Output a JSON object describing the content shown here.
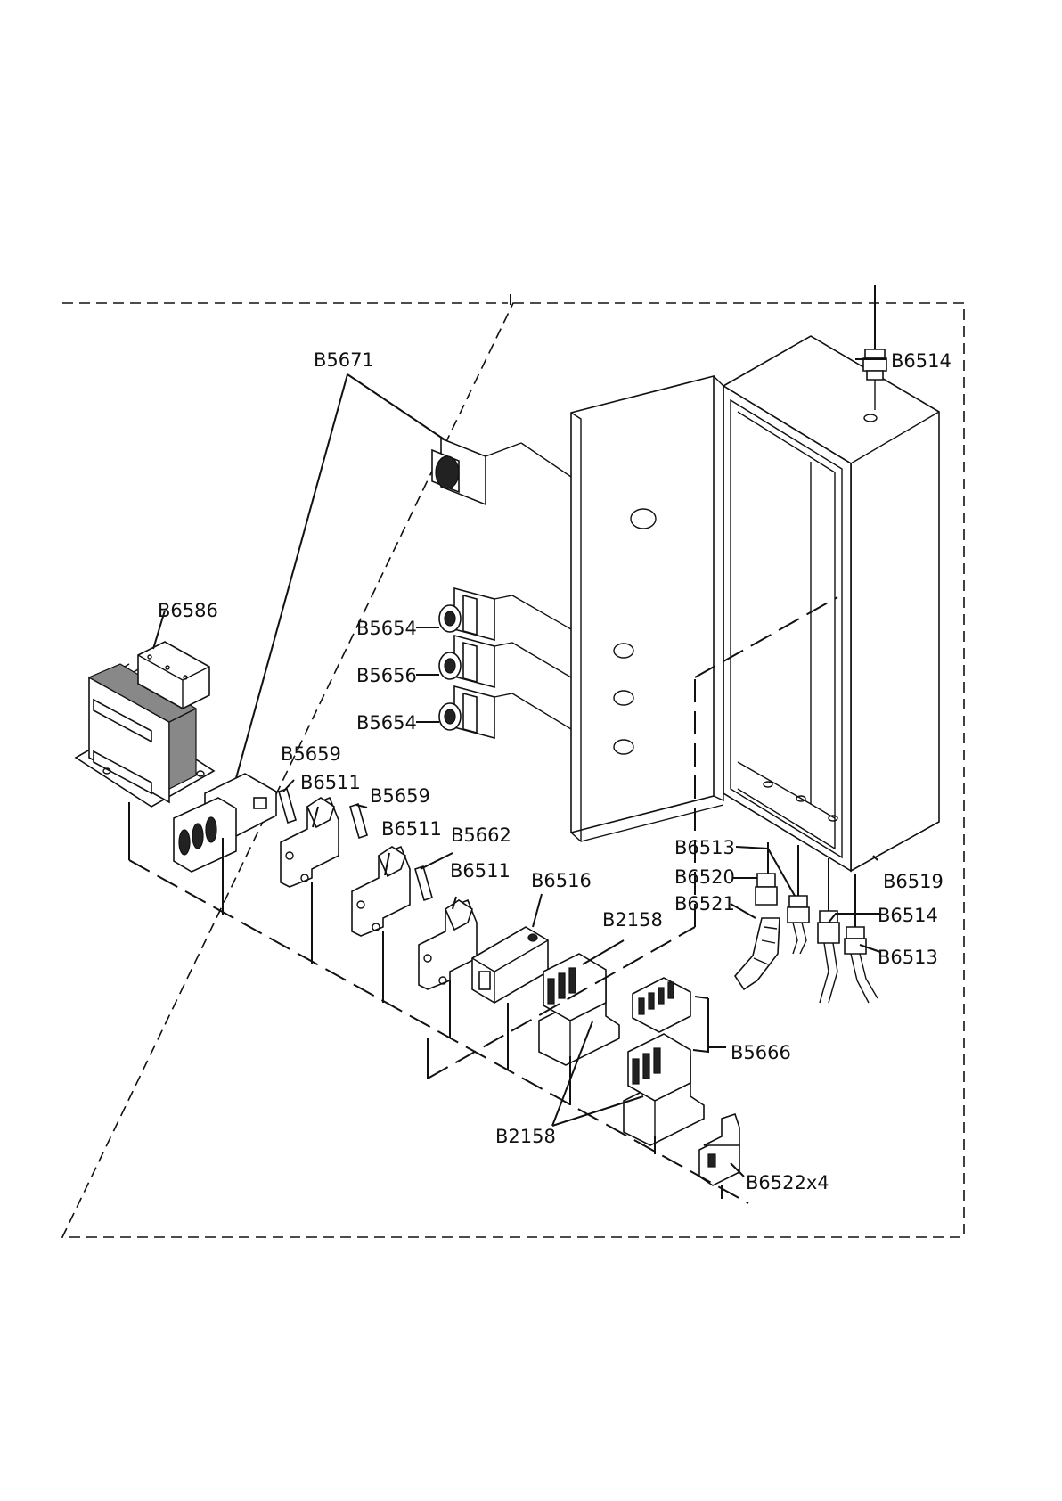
{
  "labels": {
    "b5671": "B5671",
    "b6514_top": "B6514",
    "b6586": "B6586",
    "b5654_a": "B5654",
    "b5656": "B5656",
    "b5654_b": "B5654",
    "b5659_a": "B5659",
    "b6511_a": "B6511",
    "b5659_b": "B5659",
    "b6511_b": "B6511",
    "b5662": "B5662",
    "b6511_c": "B6511",
    "b6516": "B6516",
    "b2158_a": "B2158",
    "b6513_a": "B6513",
    "b6520": "B6520",
    "b6521": "B6521",
    "b6519": "B6519",
    "b6514_b": "B6514",
    "b6513_b": "B6513",
    "b5666": "B5666",
    "b2158_b": "B2158",
    "b6522": "B6522x4"
  }
}
